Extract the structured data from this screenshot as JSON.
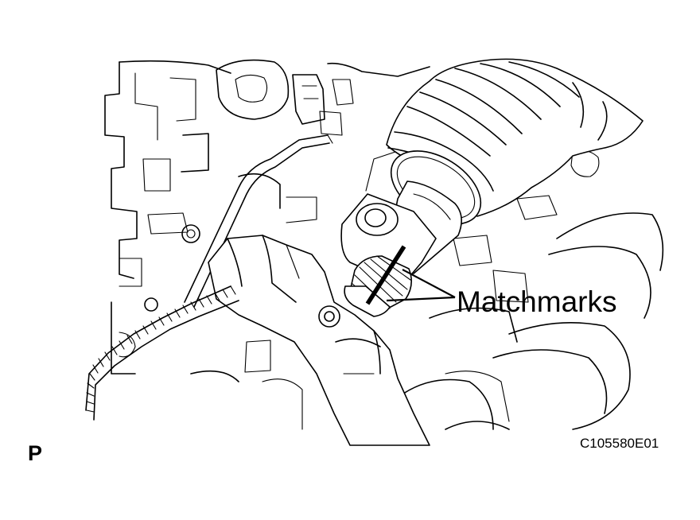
{
  "figure": {
    "callout_label": "Matchmarks",
    "figure_code": "C105580E01",
    "view_label": "P"
  },
  "icons": {
    "drawing": "engine-driveshaft-line-drawing",
    "matchmark": "matchmark-bar-icon",
    "leader": "leader-line"
  }
}
